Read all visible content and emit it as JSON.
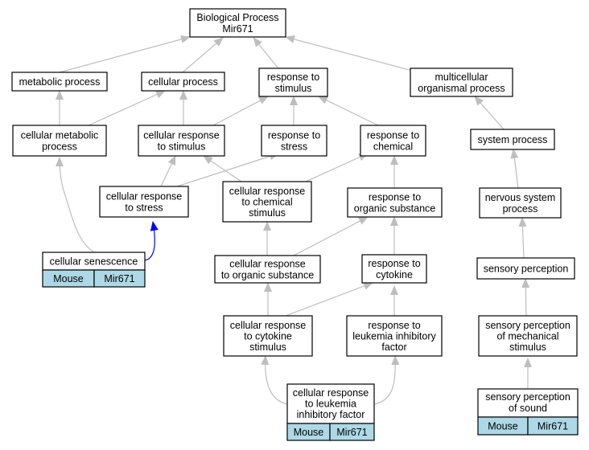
{
  "colors": {
    "edge": "#bebebe",
    "highlight_edge": "#0000ff",
    "leaf_fill": "#add8e6"
  },
  "nodes": {
    "root": [
      "Biological Process",
      "Mir671"
    ],
    "metabolic": [
      "metabolic process"
    ],
    "cellular": [
      "cellular process"
    ],
    "resp_stim": [
      "response to",
      "stimulus"
    ],
    "multicellular": [
      "multicellular",
      "organismal process"
    ],
    "cell_metabolic": [
      "cellular metabolic",
      "process"
    ],
    "cell_resp_stim": [
      "cellular response",
      "to stimulus"
    ],
    "resp_stress": [
      "response to",
      "stress"
    ],
    "resp_chem": [
      "response to",
      "chemical"
    ],
    "system_proc": [
      "system process"
    ],
    "cell_resp_stress": [
      "cellular response",
      "to stress"
    ],
    "cell_resp_chem": [
      "cellular response",
      "to chemical",
      "stimulus"
    ],
    "resp_org": [
      "response to",
      "organic substance"
    ],
    "nervous": [
      "nervous system",
      "process"
    ],
    "cell_resp_org": [
      "cellular response",
      "to organic substance"
    ],
    "resp_cyto": [
      "response to",
      "cytokine"
    ],
    "sensory": [
      "sensory perception"
    ],
    "cell_resp_cyto": [
      "cellular response",
      "to cytokine",
      "stimulus"
    ],
    "resp_lif": [
      "response to",
      "leukemia inhibitory",
      "factor"
    ],
    "sens_mech": [
      "sensory perception",
      "of mechanical",
      "stimulus"
    ],
    "cell_resp_lif": [
      "cellular response",
      "to leukemia",
      "inhibitory factor"
    ],
    "senescence": [
      "cellular senescence"
    ],
    "sound": [
      "sensory perception",
      "of sound"
    ]
  },
  "annotations": {
    "senescence": [
      "Mouse",
      "Mir671"
    ],
    "cell_resp_lif": [
      "Mouse",
      "Mir671"
    ],
    "sound": [
      "Mouse",
      "Mir671"
    ]
  }
}
